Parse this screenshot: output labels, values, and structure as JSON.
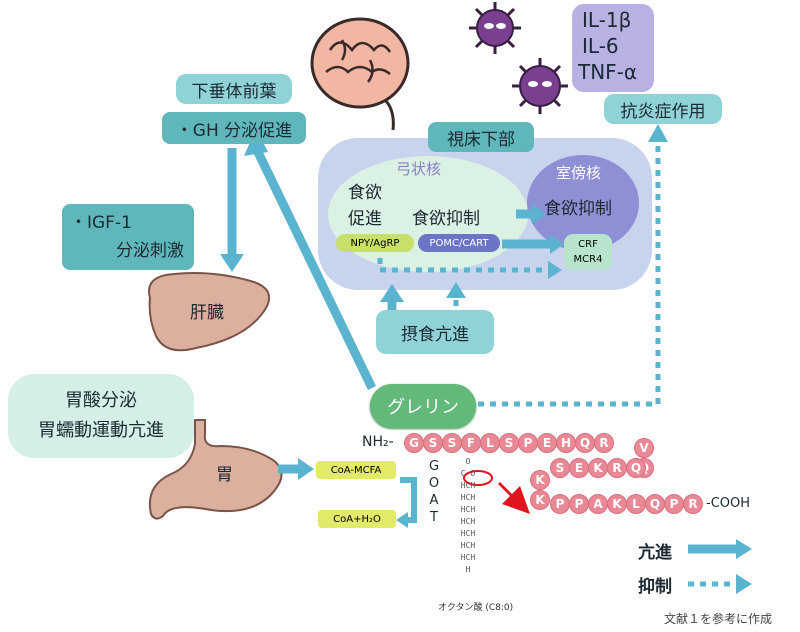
{
  "cytokines": [
    "IL-1β",
    "IL-6",
    "TNF-α"
  ],
  "pituitary": {
    "title": "下垂体前葉",
    "item": "・GH 分泌促進"
  },
  "igf": {
    "line1": "・IGF-1",
    "line2": "分泌刺激"
  },
  "liver_label": "肝臓",
  "anti_inflammatory": "抗炎症作用",
  "hypothalamus": {
    "title": "視床下部",
    "arcuate": "弓状核",
    "paraventricular": "室傍核",
    "appetite_promote_1": "食欲",
    "appetite_promote_2": "促進",
    "appetite_suppress": "食欲抑制",
    "pvn_suppress": "食欲抑制",
    "npy": "NPY/AgRP",
    "pomc": "POMC/CART",
    "crf": "CRF",
    "mcr4": "MCR4"
  },
  "feeding": "摂食亢進",
  "gastric": {
    "line1": "胃酸分泌",
    "line2": "胃蠕動運動亢進"
  },
  "ghrelin": "グレリン",
  "stomach_label": "胃",
  "coa_mcfa": "CoA-MCFA",
  "coa_h2o": "CoA+H₂O",
  "goat": [
    "G",
    "O",
    "A",
    "T"
  ],
  "sequence": {
    "nh2": "NH₂-",
    "row1": [
      "G",
      "S",
      "S",
      "F",
      "L",
      "S",
      "P",
      "E",
      "H",
      "Q",
      "R"
    ],
    "turn1": [
      "V",
      "Q"
    ],
    "row2": [
      "S",
      "E",
      "K",
      "R",
      "Q"
    ],
    "turn2": [
      "K",
      "K"
    ],
    "row3": [
      "P",
      "P",
      "A",
      "K",
      "L",
      "Q",
      "P",
      "R"
    ],
    "cooh": "-COOH"
  },
  "octanoyl": {
    "o": "O",
    "co": "C-O",
    "hch": "HCH",
    "h": "H",
    "name": "オクタン酸 (C8:0)"
  },
  "legend": {
    "promote": "亢進",
    "suppress": "抑制"
  },
  "source_note": "文献１を参考に作成",
  "colors": {
    "arrow": "#5ab4cf",
    "residue": "#e98996",
    "ghrelin": "#62b97a",
    "red_arrow": "#e0141e"
  }
}
